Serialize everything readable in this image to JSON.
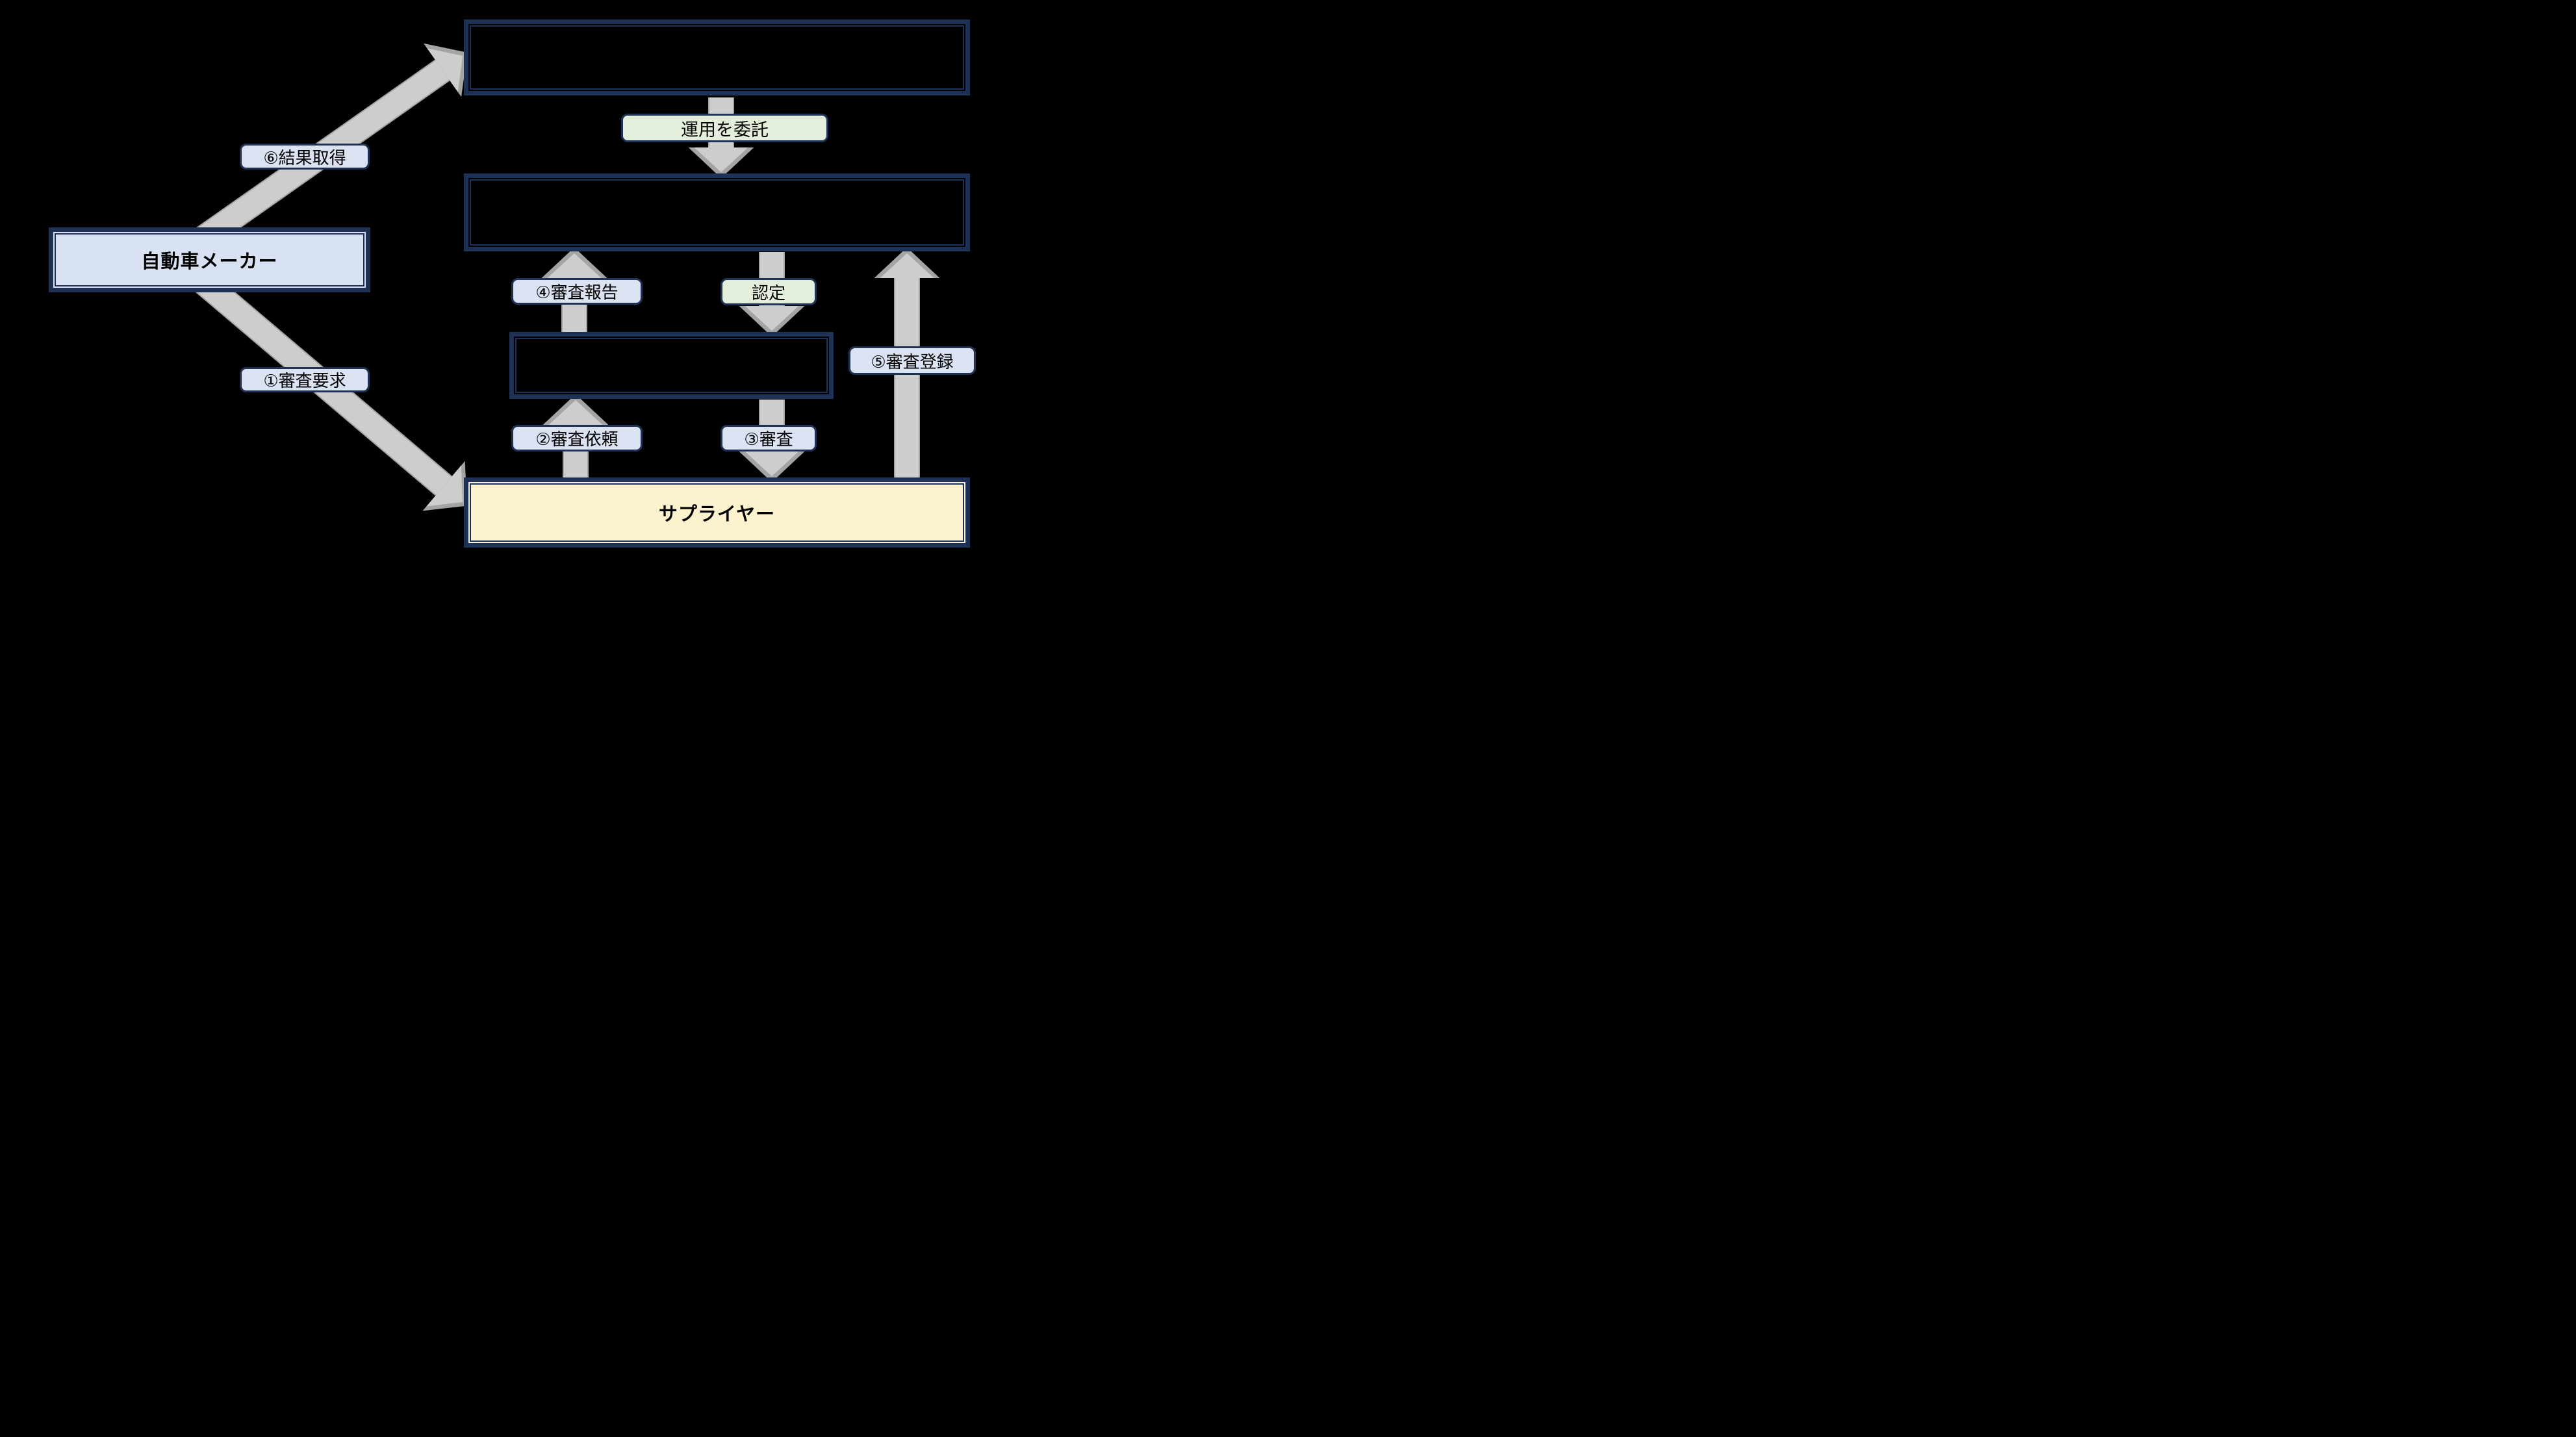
{
  "colors": {
    "background": "#000000",
    "navy": "#1f3255",
    "box_fill_dark": "#000000",
    "maker_fill": "#d9e2f2",
    "supplier_fill": "#fcf2cd",
    "label_blue": "#dbe3f3",
    "label_green": "#e4efdb",
    "arrow_fill": "#cdcdcd",
    "arrow_edge": "#a4a4a4",
    "text": "#000000"
  },
  "boxes": {
    "system_top": {
      "label": ""
    },
    "system_middle": {
      "label": ""
    },
    "system_inner": {
      "label": ""
    },
    "automaker": {
      "label": "自動車メーカー"
    },
    "supplier": {
      "label": "サプライヤー"
    }
  },
  "flow_labels": {
    "entrust": {
      "text": "運用を委託"
    },
    "certify": {
      "text": "認定"
    },
    "step1": {
      "text": "①審査要求"
    },
    "step2": {
      "text": "②審査依頼"
    },
    "step3": {
      "text": "③審査"
    },
    "step4": {
      "text": "④審査報告"
    },
    "step5": {
      "text": "⑤審査登録"
    },
    "step6": {
      "text": "⑥結果取得"
    }
  }
}
